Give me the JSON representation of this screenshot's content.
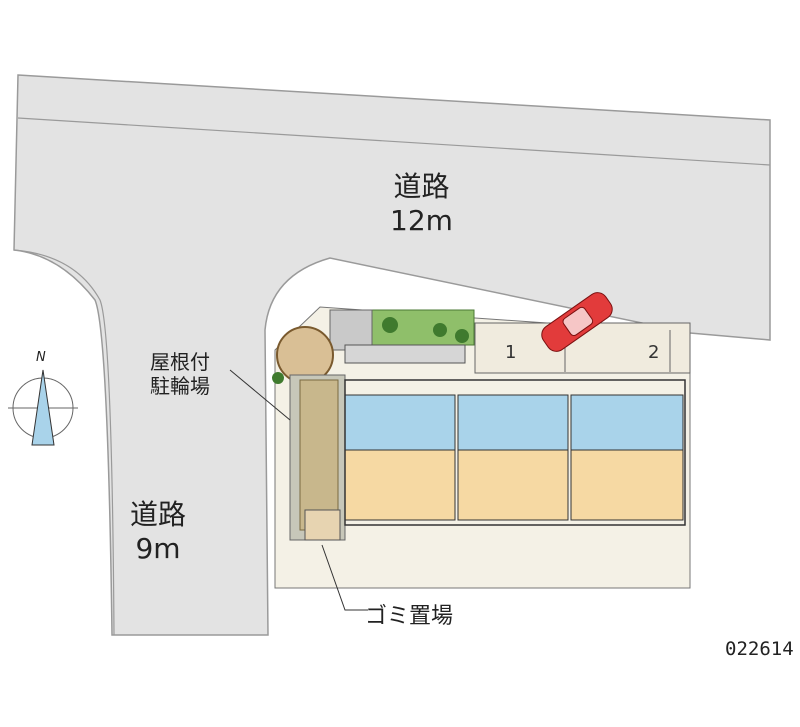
{
  "road_main": {
    "name": "道路",
    "width": "12m"
  },
  "road_side": {
    "name": "道路",
    "width": "9m"
  },
  "bicycle_parking": {
    "line1": "屋根付",
    "line2": "駐輪場"
  },
  "garbage": "ゴミ置場",
  "parking": {
    "space1": "1",
    "space2": "2"
  },
  "compass": {
    "north": "N"
  },
  "property_code": "022614",
  "colors": {
    "road": "#e3e3e3",
    "road_line": "#9a9a9a",
    "room_blue": "#a9d3ea",
    "room_floor": "#f6d9a3",
    "grass": "#8fbf6a",
    "tile": "#c9c9c9",
    "car": "#e23b3b",
    "site": "#f4f1e6"
  }
}
